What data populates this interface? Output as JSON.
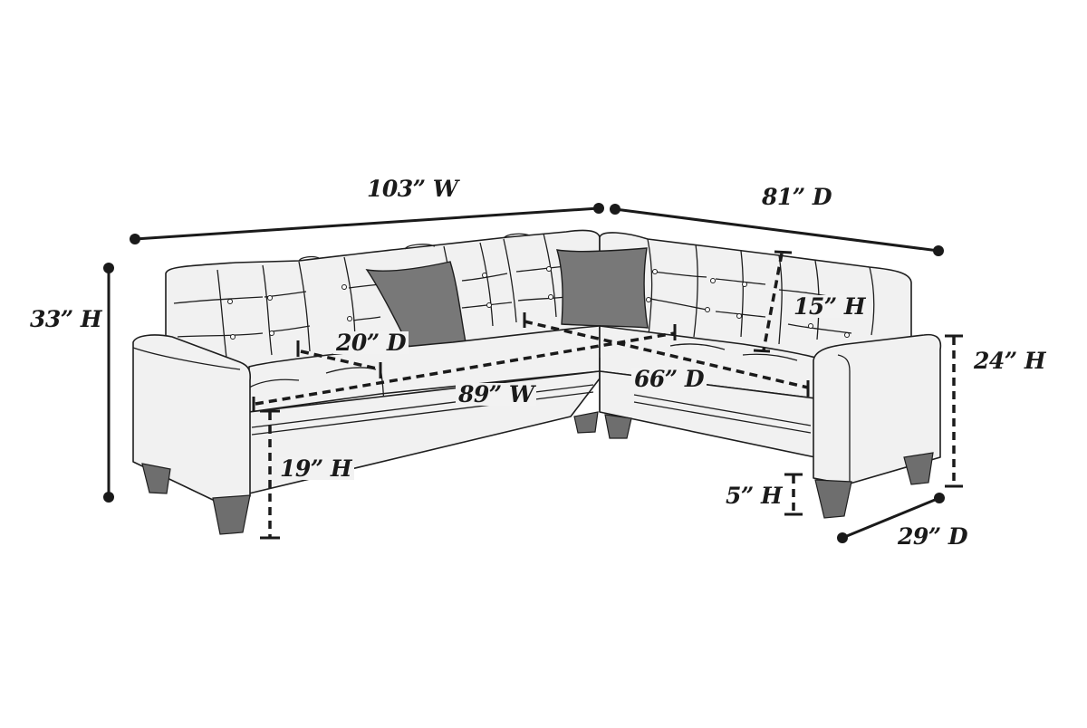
{
  "diagram": {
    "subject": "L-shaped tufted sectional sofa with two accent pillows",
    "colors": {
      "upholstery": "#f1f1f1",
      "outline": "#1e1e1e",
      "pillow": "#787878",
      "legs": "#6e6e6e",
      "dimension_line": "#1a1a1a",
      "background": "#ffffff"
    },
    "dimensions": {
      "overall_width": "103” W",
      "overall_depth": "81” D",
      "overall_height": "33” H",
      "seat_depth": "20” D",
      "seat_width": "89” W",
      "seat_inner_depth": "66” D",
      "back_height": "15” H",
      "arm_height": "24” H",
      "seat_height": "19” H",
      "leg_height": "5” H",
      "arm_depth": "29” D"
    }
  }
}
